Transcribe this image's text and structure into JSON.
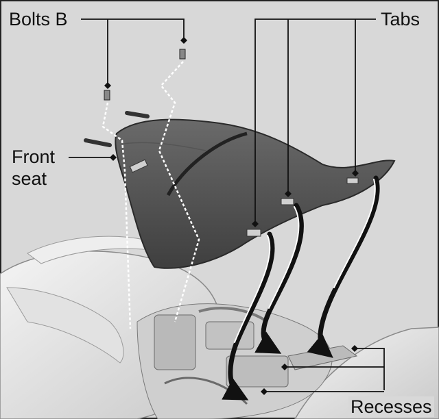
{
  "labels": {
    "bolts_b": "Bolts B",
    "tabs": "Tabs",
    "front_seat_line1": "Front",
    "front_seat_line2": "seat",
    "recesses": "Recesses"
  }
}
